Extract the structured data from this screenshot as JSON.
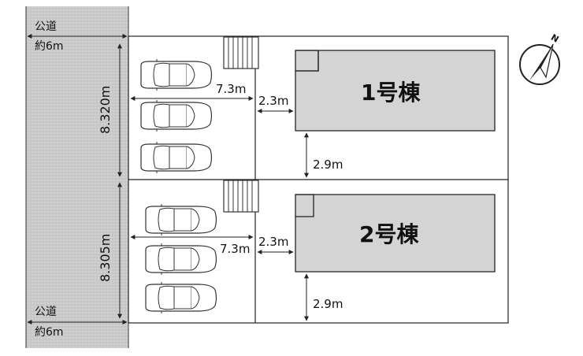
{
  "road": {
    "label": "公道",
    "width": "約6m"
  },
  "north": {
    "label": "N",
    "icon": "north-arrow-icon"
  },
  "lot1": {
    "building": "1号棟",
    "lot_depth": "8.320m",
    "parking_depth": "7.3m",
    "setback_side": "2.3m",
    "setback_south": "2.9m",
    "cars": 3
  },
  "lot2": {
    "building": "2号棟",
    "lot_depth": "8.305m",
    "parking_depth": "7.3m",
    "setback_side": "2.3m",
    "setback_south": "2.9m",
    "cars": 3
  },
  "colors": {
    "road": "#c8c8c8",
    "building": "#d3d3d3",
    "line": "#222222"
  }
}
